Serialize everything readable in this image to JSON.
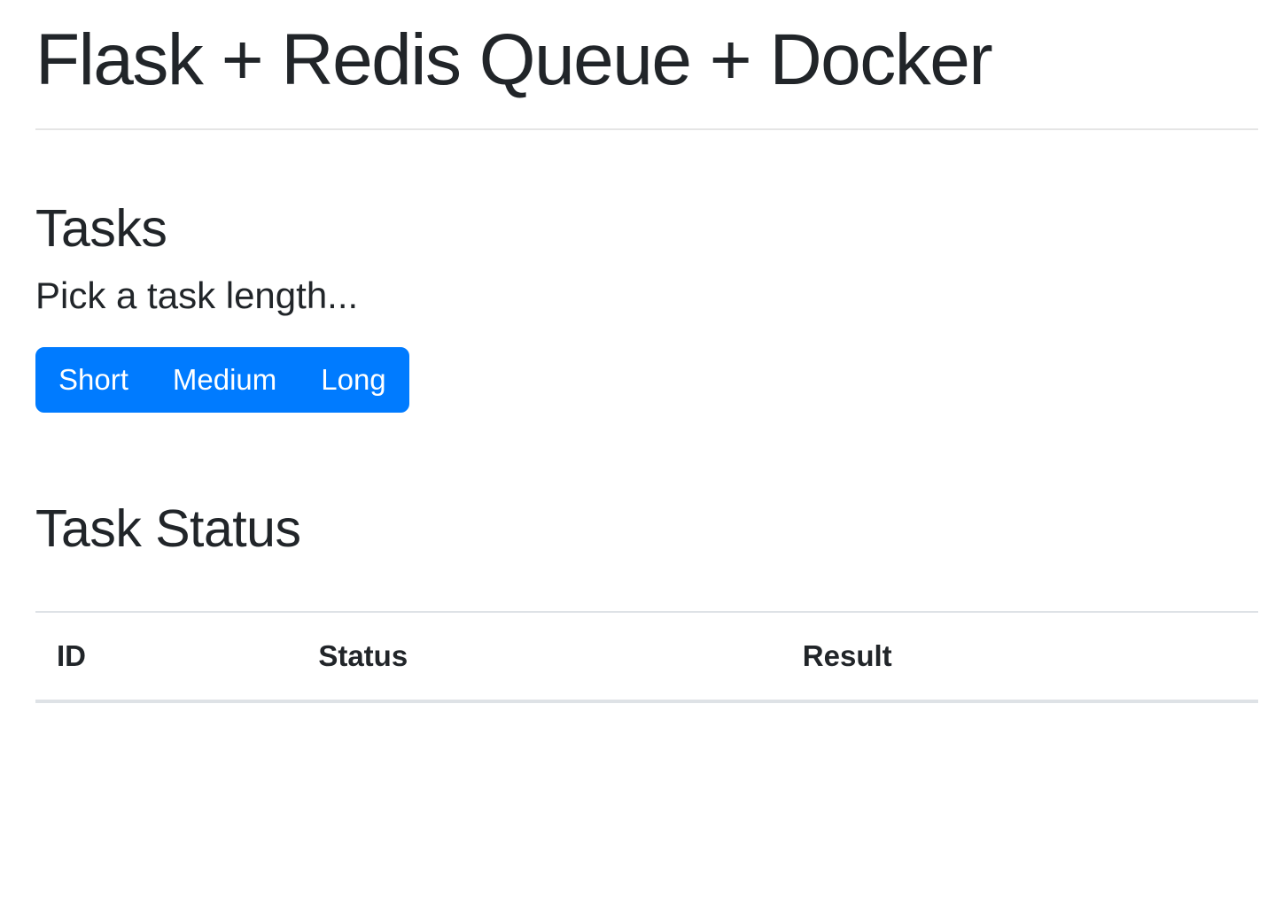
{
  "page": {
    "title": "Flask + Redis Queue + Docker"
  },
  "tasks_section": {
    "heading": "Tasks",
    "description": "Pick a task length...",
    "buttons": [
      {
        "id": "short",
        "label": "Short"
      },
      {
        "id": "medium",
        "label": "Medium"
      },
      {
        "id": "long",
        "label": "Long"
      }
    ]
  },
  "status_section": {
    "heading": "Task Status",
    "table": {
      "columns": [
        "ID",
        "Status",
        "Result"
      ],
      "rows": []
    }
  },
  "colors": {
    "primary_button": "#007bff",
    "button_text": "#ffffff",
    "body_text": "#212529",
    "table_border": "#dee2e6",
    "divider": "rgba(0,0,0,0.1)"
  }
}
